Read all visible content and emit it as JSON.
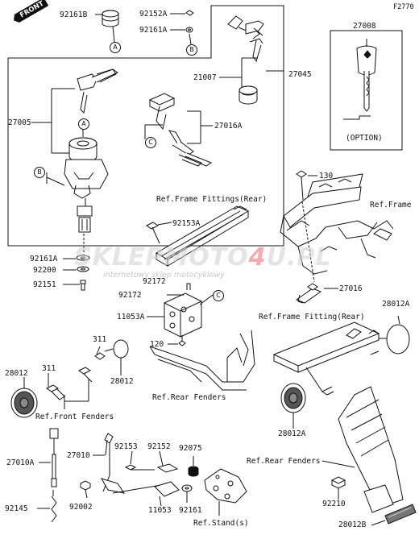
{
  "diagram": {
    "figure_code": "F2770",
    "front_label": "FRONT",
    "watermark": {
      "left": "SKLEP",
      "middle": "MOTO",
      "number": "4",
      "right": "U",
      "suffix": ".PL",
      "subtitle": "internetowy sklep motocyklowy"
    },
    "callouts": {
      "A": "A",
      "B": "B",
      "C": "C"
    },
    "option_label": "(OPTION)",
    "parts": {
      "p92161B": "92161B",
      "p92152A": "92152A",
      "p92161A_top": "92161A",
      "p27008": "27008",
      "p21007": "21007",
      "p27045": "27045",
      "p27005": "27005",
      "p27016A": "27016A",
      "p130": "130",
      "p92153A": "92153A",
      "p92161A": "92161A",
      "p92200": "92200",
      "p92151": "92151",
      "p92172": "92172",
      "p27016": "27016",
      "p11053A": "11053A",
      "p120": "120",
      "p28012A_top": "28012A",
      "p311_a": "311",
      "p311_b": "311",
      "p28012_left": "28012",
      "p28012_mid": "28012",
      "p28012A_bottom": "28012A",
      "p27010A": "27010A",
      "p27010": "27010",
      "p92153": "92153",
      "p92152": "92152",
      "p92075": "92075",
      "p92210": "92210",
      "p92145": "92145",
      "p92002": "92002",
      "p11053": "11053",
      "p92161": "92161",
      "p28012B": "28012B"
    },
    "references": {
      "frame_fittings_rear": "Ref.Frame Fittings(Rear)",
      "frame": "Ref.Frame",
      "frame_fitting_rear": "Ref.Frame Fitting(Rear)",
      "rear_fenders_center": "Ref.Rear Fenders",
      "front_fenders": "Ref.Front Fenders",
      "rear_fenders_right": "Ref.Rear Fenders",
      "stands": "Ref.Stand(s)"
    }
  }
}
